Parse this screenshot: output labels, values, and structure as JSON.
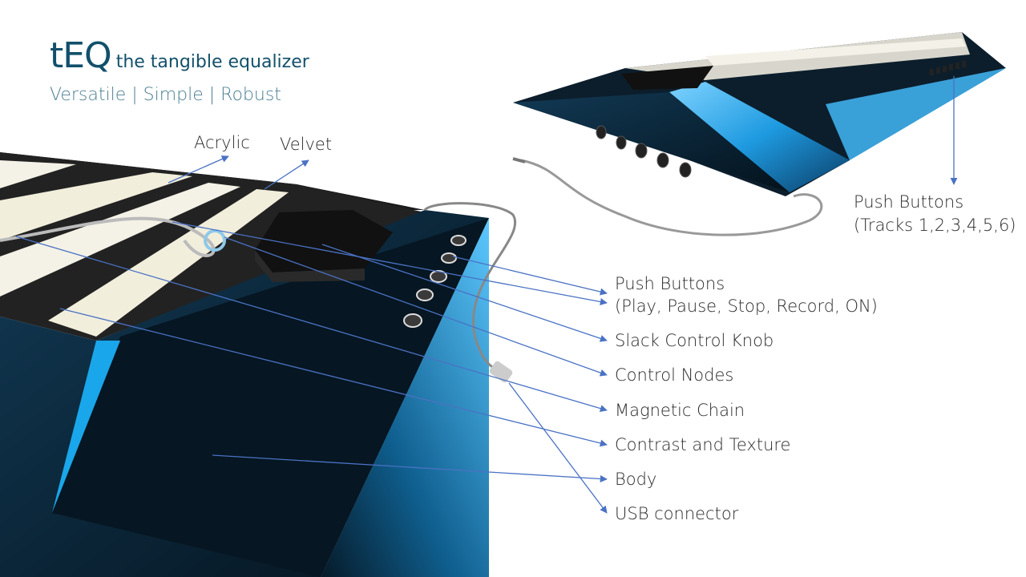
{
  "title": {
    "main": "tEQ",
    "subtitle": "the tangible equalizer"
  },
  "tagline": "Versatile |  Simple | Robust",
  "labels": {
    "acrylic": "Acrylic",
    "velvet": "Velvet",
    "push_buttons": "Push Buttons",
    "push_buttons_detail": "(Play, Pause, Stop, Record, ON)",
    "slack_knob": "Slack Control Knob",
    "control_nodes": "Control Nodes",
    "magnetic_chain": "Magnetic Chain",
    "contrast_texture": "Contrast and Texture",
    "body": "Body",
    "usb": "USB connector",
    "track_buttons": "Push Buttons",
    "track_buttons_detail": "(Tracks 1,2,3,4,5,6)"
  },
  "colors": {
    "title": "#12506b",
    "arrow": "#4a72c4",
    "accent": "#2aa8e8",
    "body_dark": "#0a1d2c"
  }
}
